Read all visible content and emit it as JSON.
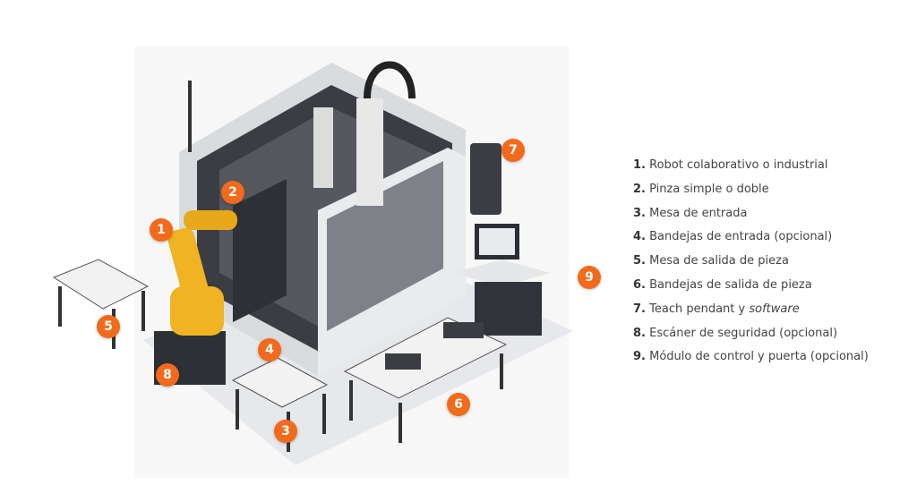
{
  "diagram": {
    "accent_color": "#f26a1b",
    "badges": [
      "1",
      "2",
      "3",
      "4",
      "5",
      "6",
      "7",
      "8",
      "9"
    ],
    "legend": [
      {
        "num": "1.",
        "text": "Robot colaborativo o industrial"
      },
      {
        "num": "2.",
        "text": "Pinza simple o doble"
      },
      {
        "num": "3.",
        "text": "Mesa de entrada"
      },
      {
        "num": "4.",
        "text": "Bandejas de entrada (opcional)"
      },
      {
        "num": "5.",
        "text": "Mesa de salida de pieza"
      },
      {
        "num": "6.",
        "text": "Bandejas de salida de pieza"
      },
      {
        "num": "7.",
        "text": "Teach pendant y ",
        "italic": "software"
      },
      {
        "num": "8.",
        "text": "Escáner de seguridad (opcional)"
      },
      {
        "num": "9.",
        "text": "Módulo de control y puerta (opcional)"
      }
    ]
  }
}
